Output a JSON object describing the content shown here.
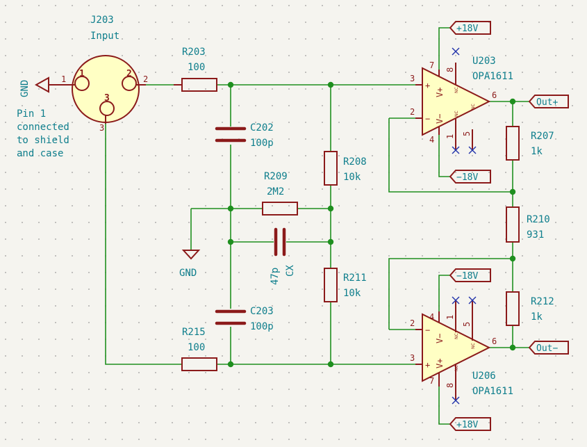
{
  "connector": {
    "ref": "J203",
    "value": "Input",
    "pin1": "1",
    "pin2": "2",
    "pin3": "3",
    "note": [
      "Pin 1",
      "connected",
      "to shield",
      "and case"
    ]
  },
  "gnd_label": "GND",
  "resistors": {
    "r203": {
      "ref": "R203",
      "value": "100"
    },
    "r215": {
      "ref": "R215",
      "value": "100"
    },
    "r208": {
      "ref": "R208",
      "value": "10k"
    },
    "r209": {
      "ref": "R209",
      "value": "2M2"
    },
    "r211": {
      "ref": "R211",
      "value": "10k"
    },
    "r207": {
      "ref": "R207",
      "value": "1k"
    },
    "r210": {
      "ref": "R210",
      "value": "931"
    },
    "r212": {
      "ref": "R212",
      "value": "1k"
    }
  },
  "capacitors": {
    "c202": {
      "ref": "C202",
      "value": "100p"
    },
    "c203": {
      "ref": "C203",
      "value": "100p"
    },
    "cx": {
      "ref": "CX",
      "value": "47p"
    }
  },
  "opamps": {
    "u203": {
      "ref": "U203",
      "value": "OPA1611",
      "p3": "3",
      "p2": "2",
      "p6": "6",
      "p7": "7",
      "p8": "8",
      "p4": "4",
      "p1": "1",
      "p5": "5"
    },
    "u206": {
      "ref": "U206",
      "value": "OPA1611",
      "p3": "3",
      "p2": "2",
      "p6": "6",
      "p7": "7",
      "p8": "8",
      "p4": "4",
      "p1": "1",
      "p5": "5"
    }
  },
  "opamp_marks": {
    "plus": "+",
    "minus": "−",
    "vplus": "V+",
    "vminus": "V−",
    "nc": "NC"
  },
  "power": {
    "pos": "+18V",
    "neg": "−18V"
  },
  "outputs": {
    "pos": "Out+",
    "neg": "Out−"
  }
}
